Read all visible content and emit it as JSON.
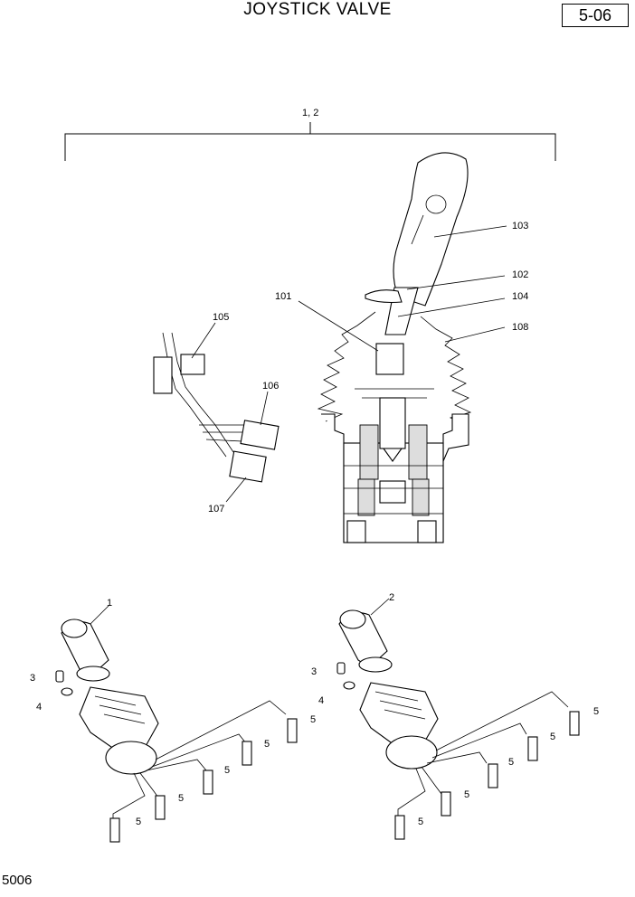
{
  "header": {
    "title": "JOYSTICK VALVE",
    "page_number": "5-06"
  },
  "footer": {
    "code": "5006"
  },
  "callouts": {
    "assembly_top": "1, 2",
    "c101": "101",
    "c102": "102",
    "c103": "103",
    "c104": "104",
    "c105": "105",
    "c106": "106",
    "c107": "107",
    "c108": "108",
    "c1": "1",
    "c2": "2",
    "c3": "3",
    "c4": "4",
    "c5": "5"
  }
}
